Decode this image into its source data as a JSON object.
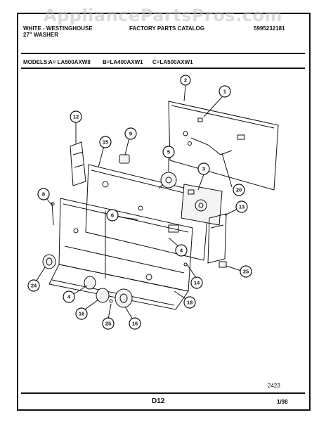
{
  "watermark": "AppliancePartsPros.com",
  "header": {
    "manufacturer_line1": "WHITE - WESTINGHOUSE",
    "manufacturer_line2": "27\" WASHER",
    "catalog": "FACTORY PARTS CATALOG",
    "catalog_number": "5995232181"
  },
  "models": {
    "label": "MODELS:",
    "a": "A= LA500AXW8",
    "b": "B=LA400AXW1",
    "c": "C=LA500AXW1"
  },
  "callouts": [
    {
      "id": "c1",
      "label": "1"
    },
    {
      "id": "c2",
      "label": "2"
    },
    {
      "id": "c3",
      "label": "3"
    },
    {
      "id": "c4a",
      "label": "4"
    },
    {
      "id": "c4b",
      "label": "4"
    },
    {
      "id": "c5",
      "label": "5"
    },
    {
      "id": "c6",
      "label": "6"
    },
    {
      "id": "c8",
      "label": "8"
    },
    {
      "id": "c9",
      "label": "9"
    },
    {
      "id": "c12",
      "label": "12"
    },
    {
      "id": "c13",
      "label": "13"
    },
    {
      "id": "c14",
      "label": "14"
    },
    {
      "id": "c15",
      "label": "15"
    },
    {
      "id": "c16a",
      "label": "16"
    },
    {
      "id": "c16b",
      "label": "16"
    },
    {
      "id": "c18",
      "label": "18"
    },
    {
      "id": "c20",
      "label": "20"
    },
    {
      "id": "c24",
      "label": "24"
    },
    {
      "id": "c25a",
      "label": "25"
    },
    {
      "id": "c25b",
      "label": "25"
    }
  ],
  "footer": {
    "drawing_number": "2423",
    "page": "D12",
    "date": "1/98"
  },
  "colors": {
    "ink": "#111111",
    "watermark": "#bebebe",
    "paper": "#ffffff"
  }
}
